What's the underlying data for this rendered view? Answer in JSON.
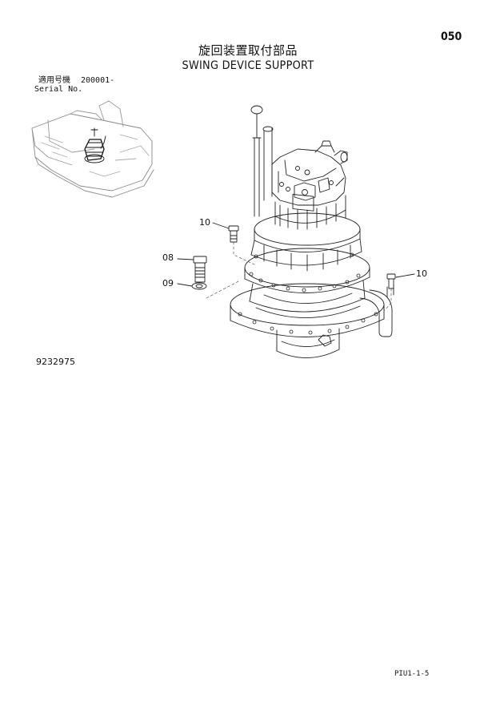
{
  "header": {
    "page_number": "050",
    "title_ja": "旋回装置取付部品",
    "title_en": "SWING DEVICE SUPPORT"
  },
  "serial": {
    "label_ja": "適用号機",
    "value": "200001-",
    "label_en": "Serial No."
  },
  "callouts": {
    "bolt_top": "10",
    "bolt": "08",
    "washer": "09",
    "bolt_right": "10"
  },
  "footer": {
    "drawing_number": "9232975",
    "page_code": "PIU1-1-5"
  }
}
